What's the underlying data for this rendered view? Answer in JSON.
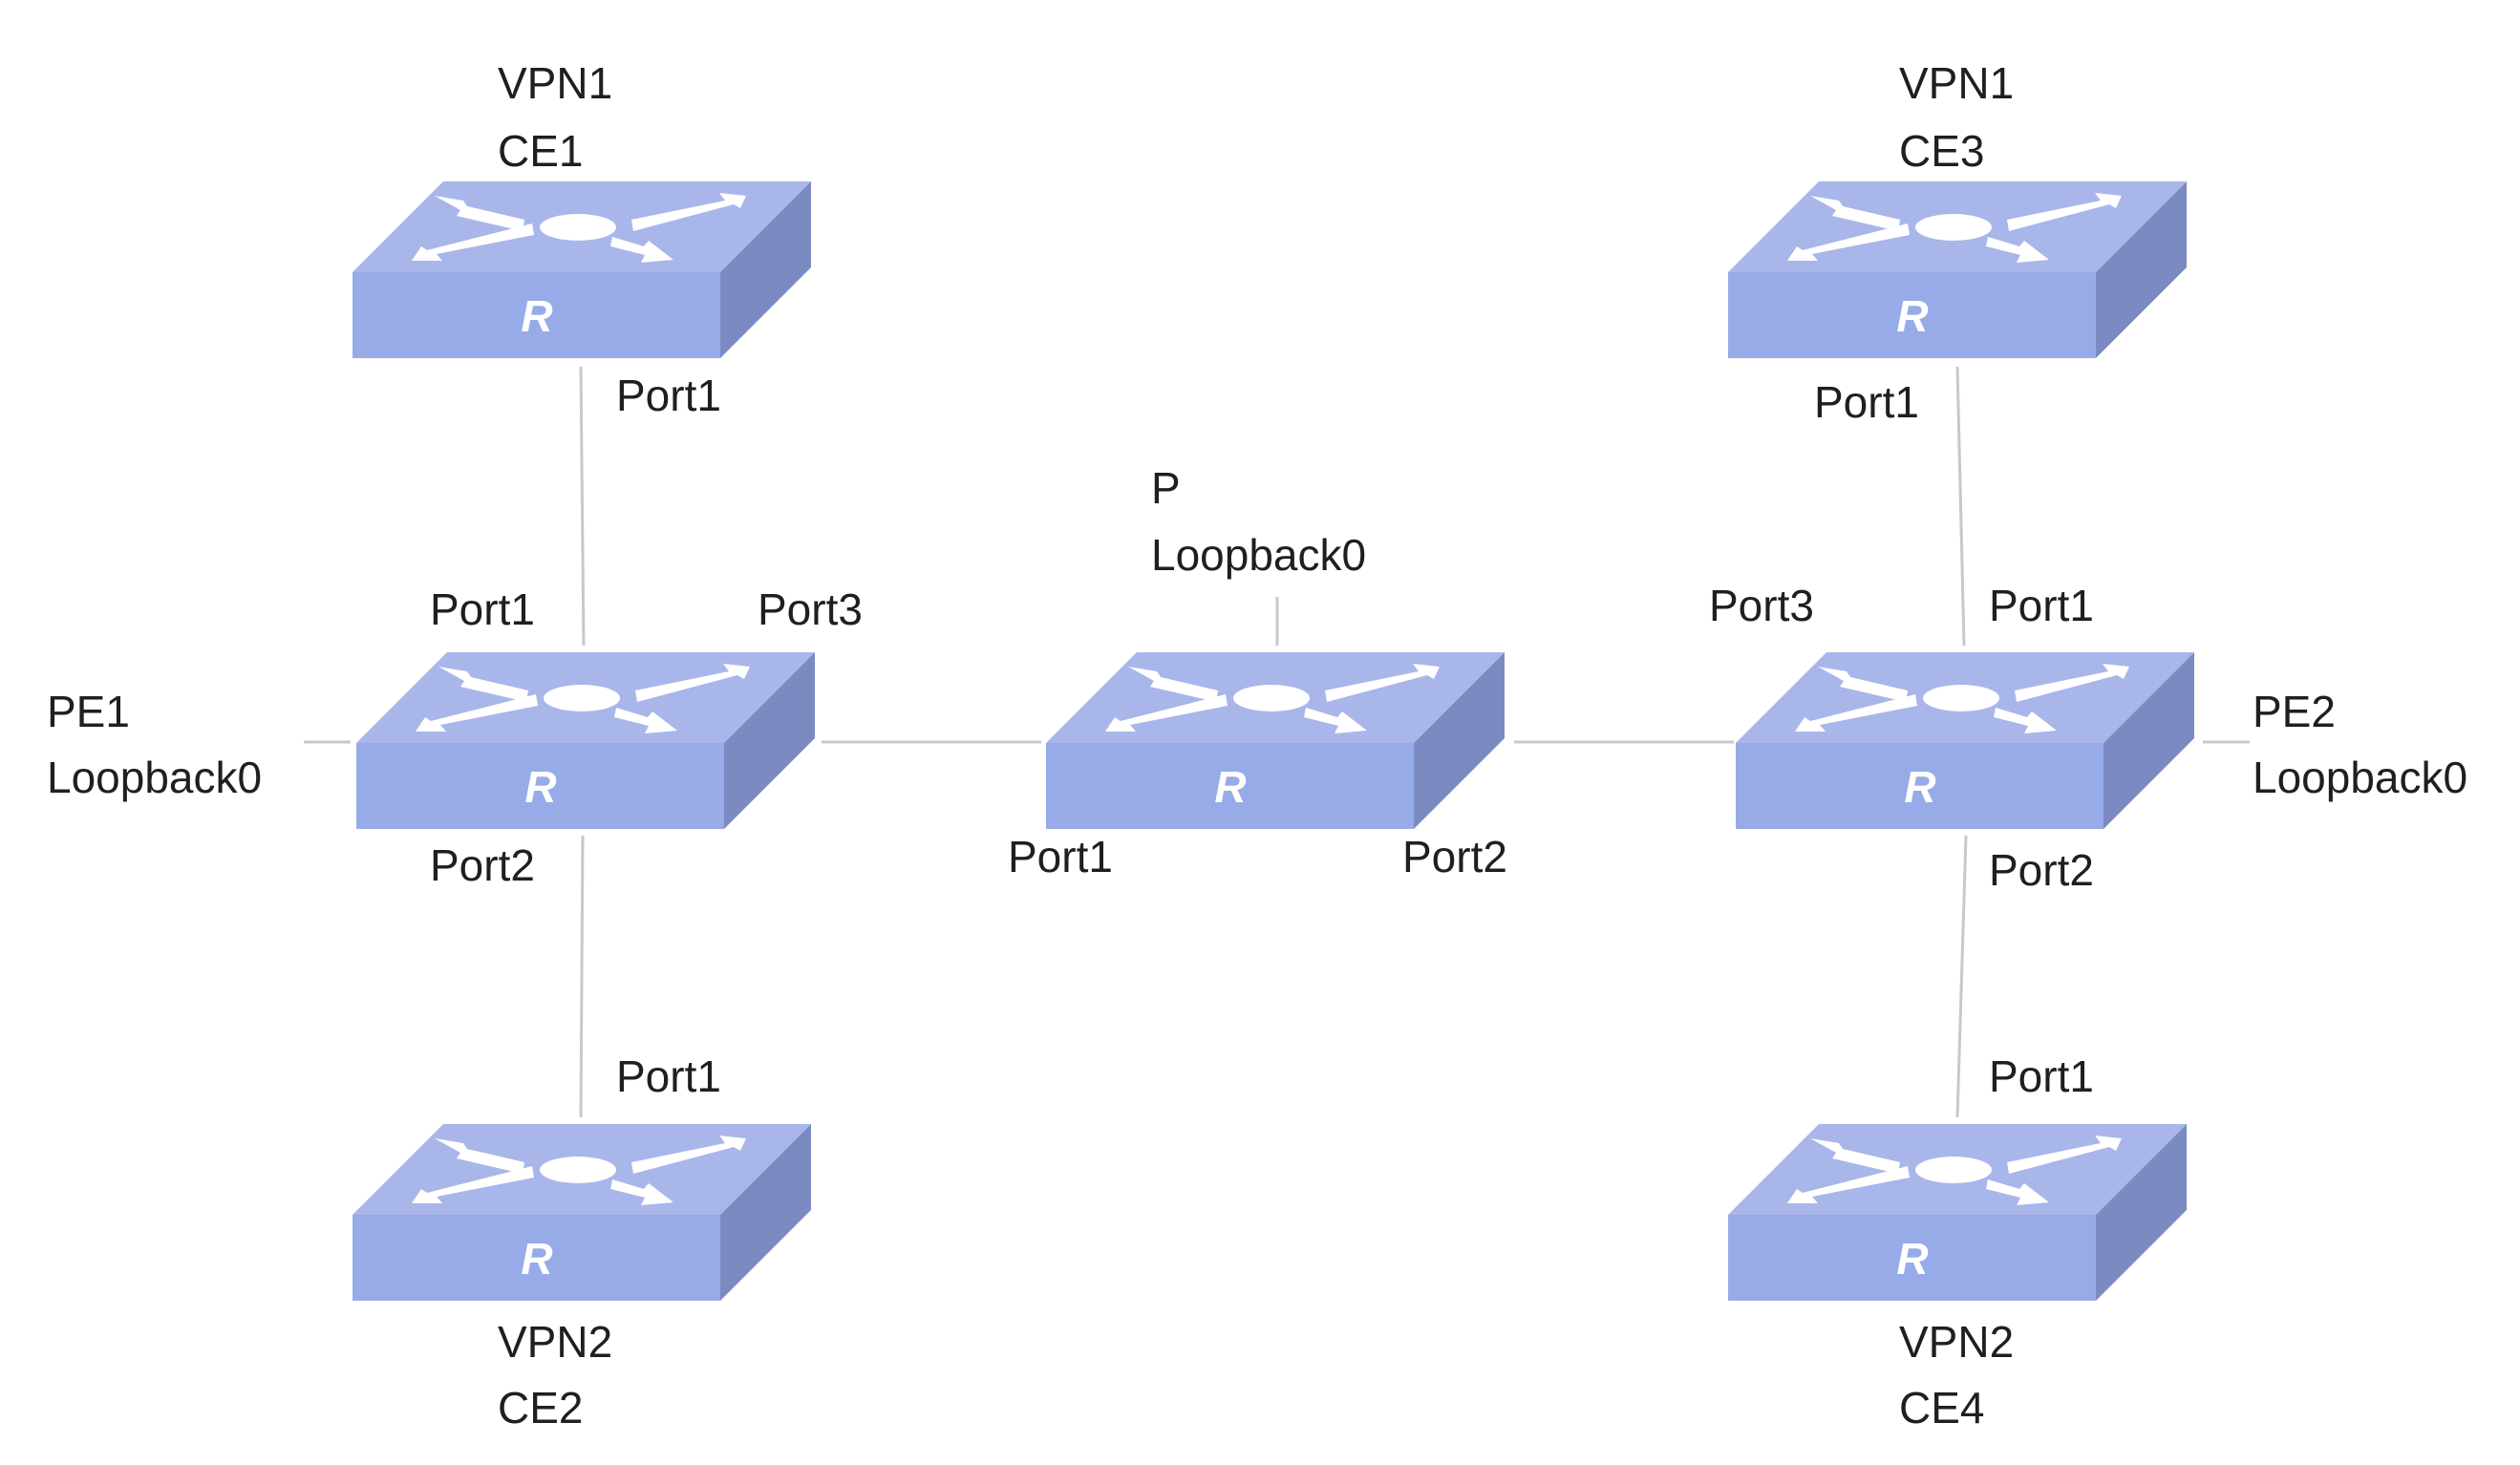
{
  "colors": {
    "top_face": "#a9b6ea",
    "front_face": "#97abe8",
    "side_face": "#7b8bc2",
    "arrow": "#ffffff",
    "link": "#c8c8c8",
    "text": "#1f1f1f"
  },
  "router_icon": {
    "letter": "R",
    "icon": "router-icon"
  },
  "devices": [
    {
      "id": "ce1",
      "line1": "VPN1",
      "line2": "CE1"
    },
    {
      "id": "ce2",
      "line1": "VPN2",
      "line2": "CE2"
    },
    {
      "id": "pe1",
      "line1": "PE1",
      "line2": "Loopback0"
    },
    {
      "id": "p",
      "line1": "P",
      "line2": "Loopback0"
    },
    {
      "id": "pe2",
      "line1": "PE2",
      "line2": "Loopback0"
    },
    {
      "id": "ce3",
      "line1": "VPN1",
      "line2": "CE3"
    },
    {
      "id": "ce4",
      "line1": "VPN2",
      "line2": "CE4"
    }
  ],
  "ports": [
    {
      "id": "ce1-port1",
      "label": "Port1"
    },
    {
      "id": "pe1-port1",
      "label": "Port1"
    },
    {
      "id": "pe1-port3",
      "label": "Port3"
    },
    {
      "id": "pe1-port2",
      "label": "Port2"
    },
    {
      "id": "ce2-port1",
      "label": "Port1"
    },
    {
      "id": "p-port1",
      "label": "Port1"
    },
    {
      "id": "p-port2",
      "label": "Port2"
    },
    {
      "id": "ce3-port1",
      "label": "Port1"
    },
    {
      "id": "pe2-port3",
      "label": "Port3"
    },
    {
      "id": "pe2-port1",
      "label": "Port1"
    },
    {
      "id": "pe2-port2",
      "label": "Port2"
    },
    {
      "id": "ce4-port1",
      "label": "Port1"
    }
  ],
  "links": [
    {
      "from": "ce1",
      "to": "pe1"
    },
    {
      "from": "pe1",
      "to": "ce2"
    },
    {
      "from": "pe1",
      "to": "p"
    },
    {
      "from": "p",
      "to": "pe2"
    },
    {
      "from": "ce3",
      "to": "pe2"
    },
    {
      "from": "pe2",
      "to": "ce4"
    }
  ]
}
